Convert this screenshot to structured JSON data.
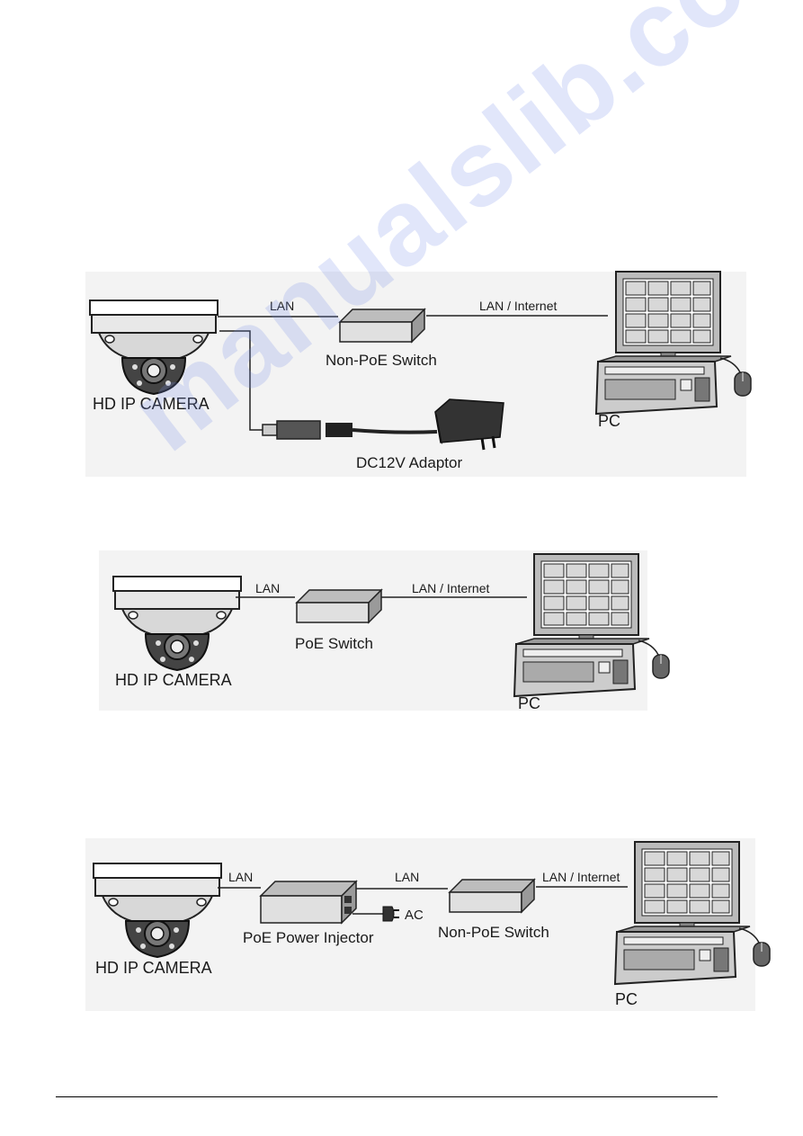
{
  "watermark": "manualslib.com",
  "diagram1": {
    "camera_label": "HD IP CAMERA",
    "lan_label": "LAN",
    "switch_label": "Non-PoE Switch",
    "internet_label": "LAN / Internet",
    "pc_label": "PC",
    "adaptor_label": "DC12V Adaptor"
  },
  "diagram2": {
    "camera_label": "HD IP CAMERA",
    "lan_label": "LAN",
    "switch_label": "PoE Switch",
    "internet_label": "LAN / Internet",
    "pc_label": "PC"
  },
  "diagram3": {
    "camera_label": "HD IP CAMERA",
    "lan_label_1": "LAN",
    "injector_label": "PoE Power Injector",
    "ac_label": "AC",
    "lan_label_2": "LAN",
    "switch_label": "Non-PoE Switch",
    "internet_label": "LAN / Internet",
    "pc_label": "PC"
  }
}
